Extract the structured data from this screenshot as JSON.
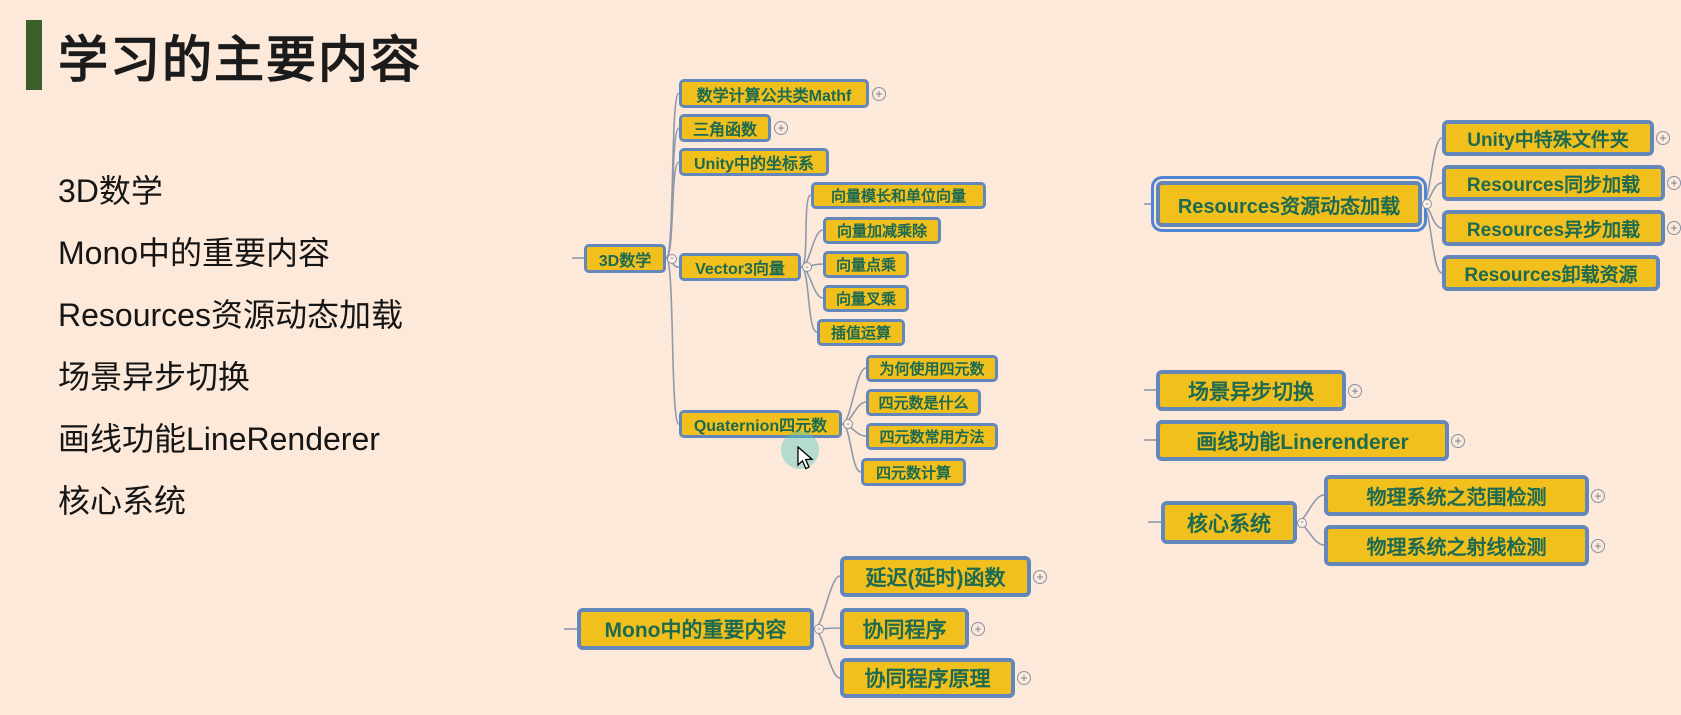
{
  "page": {
    "title": "学习的主要内容"
  },
  "outline": {
    "items": [
      "3D数学",
      "Mono中的重要内容",
      "Resources资源动态加载",
      "场景异步切换",
      "画线功能LineRenderer",
      "核心系统"
    ]
  },
  "mindmap": {
    "expand_glyph": "+",
    "collapse_glyph": "-",
    "math": {
      "root": "3D数学",
      "mathf": "数学计算公共类Mathf",
      "trig": "三角函数",
      "coords": "Unity中的坐标系",
      "vector3": "Vector3向量",
      "vec_magnitude": "向量模长和单位向量",
      "vec_arith": "向量加减乘除",
      "vec_dot": "向量点乘",
      "vec_cross": "向量叉乘",
      "vec_lerp": "插值运算",
      "quaternion": "Quaternion四元数",
      "quat_why": "为何使用四元数",
      "quat_what": "四元数是什么",
      "quat_methods": "四元数常用方法",
      "quat_calc": "四元数计算"
    },
    "mono": {
      "root": "Mono中的重要内容",
      "delay": "延迟(延时)函数",
      "coroutine": "协同程序",
      "coroutine_principle": "协同程序原理"
    },
    "resources": {
      "root": "Resources资源动态加载",
      "special_folders": "Unity中特殊文件夹",
      "sync_load": "Resources同步加载",
      "async_load": "Resources异步加载",
      "unload": "Resources卸载资源"
    },
    "scene": {
      "root": "场景异步切换"
    },
    "line_renderer": {
      "root": "画线功能Linerenderer"
    },
    "core": {
      "root": "核心系统",
      "range_detect": "物理系统之范围检测",
      "ray_detect": "物理系统之射线检测"
    }
  },
  "colors": {
    "background": "#fce9da",
    "node_fill": "#f2c01d",
    "node_border": "#6386bb",
    "node_text": "#1d6a50",
    "selection": "#4e86d4",
    "connector": "#8e99ab",
    "accent_bar": "#3c5e2b"
  }
}
